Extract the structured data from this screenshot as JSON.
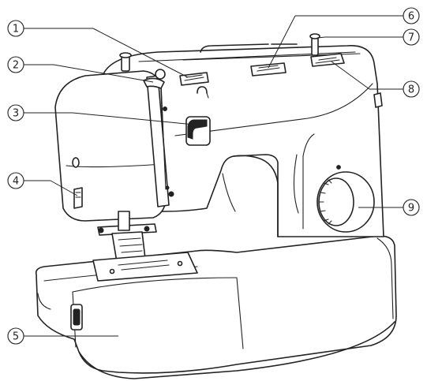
{
  "callouts": [
    {
      "label": "1"
    },
    {
      "label": "2"
    },
    {
      "label": "3"
    },
    {
      "label": "4"
    },
    {
      "label": "5"
    },
    {
      "label": "6"
    },
    {
      "label": "7"
    },
    {
      "label": "8"
    },
    {
      "label": "9"
    }
  ]
}
